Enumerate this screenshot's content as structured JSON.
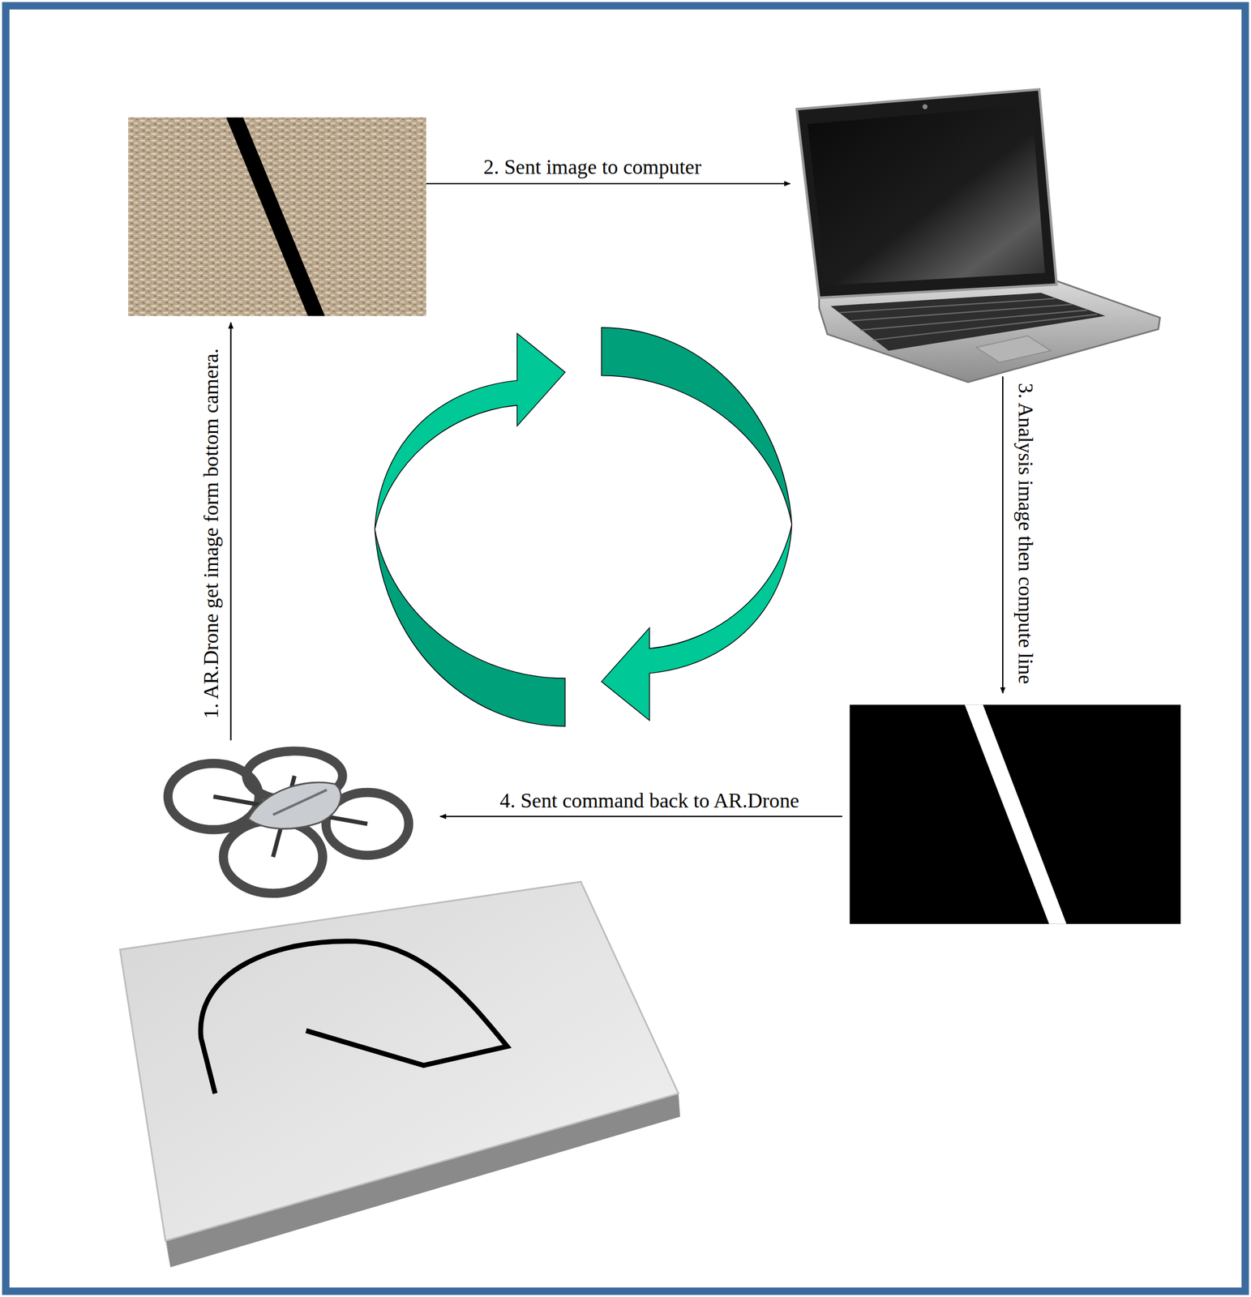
{
  "diagram": {
    "labels": [
      "1. AR.Drone get image form bottom camera.",
      "2. Sent image to computer",
      "3. Analysis image then compute line",
      "4. Sent command back to AR.Drone"
    ]
  }
}
